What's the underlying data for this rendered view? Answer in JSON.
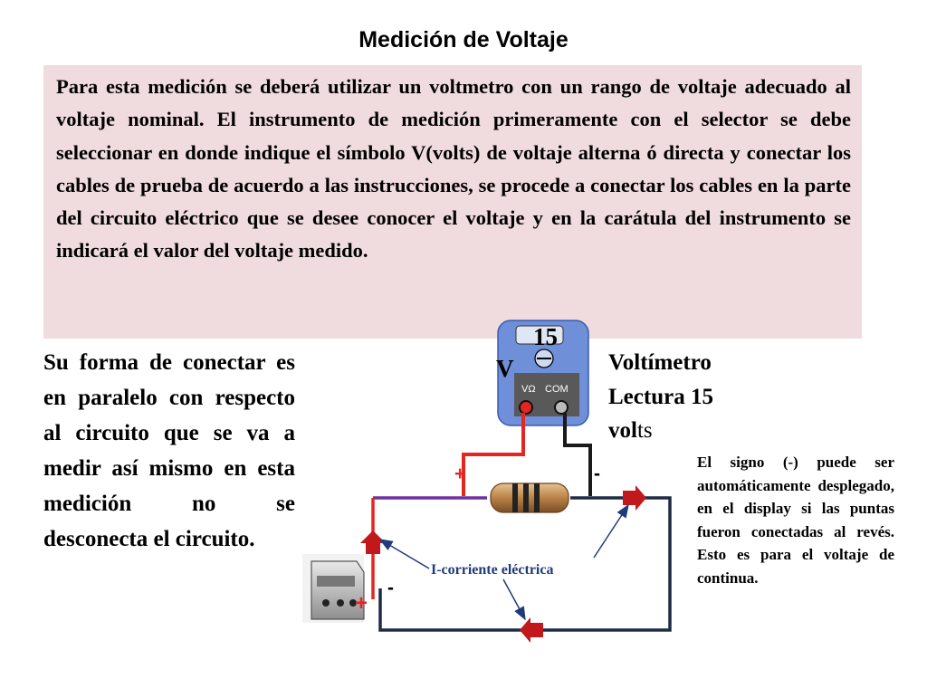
{
  "title": "Medición de Voltaje",
  "intro": "Para esta medición se deberá utilizar un voltmetro con un rango de voltaje adecuado al voltaje nominal. El instrumento de medición primeramente con el selector se debe seleccionar en donde indique el símbolo V(volts) de voltaje alterna ó directa y conectar los cables de prueba de acuerdo a las instrucciones, se procede a conectar los cables en la parte del circuito eléctrico que se desee conocer el voltaje y en la carátula del instrumento se indicará el valor del voltaje medido.",
  "left_text": "Su forma de conectar es en paralelo con respecto al circuito que se va a medir así mismo en esta medición no se desconecta el circuito.",
  "meter_label": {
    "line1": "Voltímetro",
    "line2": "Lectura 15",
    "line3_a": "vol",
    "line3_b": "ts"
  },
  "right_note": "El signo (-) puede ser automáticamente desplegado, en el display si las puntas fueron conectadas al revés. Esto es para el voltaje de continua.",
  "diagram": {
    "display_reading": "15",
    "v_symbol": "V",
    "jack_label": "VΩ",
    "com_label": "COM",
    "plus_top": "+",
    "minus_top": "-",
    "plus_source": "+",
    "minus_source": "-",
    "current_label": "I-corriente eléctrica"
  },
  "colors": {
    "meter_blue": "#6f8fd9",
    "wire_red": "#e52620",
    "wire_purple": "#7030a0",
    "wire_dark": "#1f2a44",
    "box_pink": "#f0dcdf"
  }
}
